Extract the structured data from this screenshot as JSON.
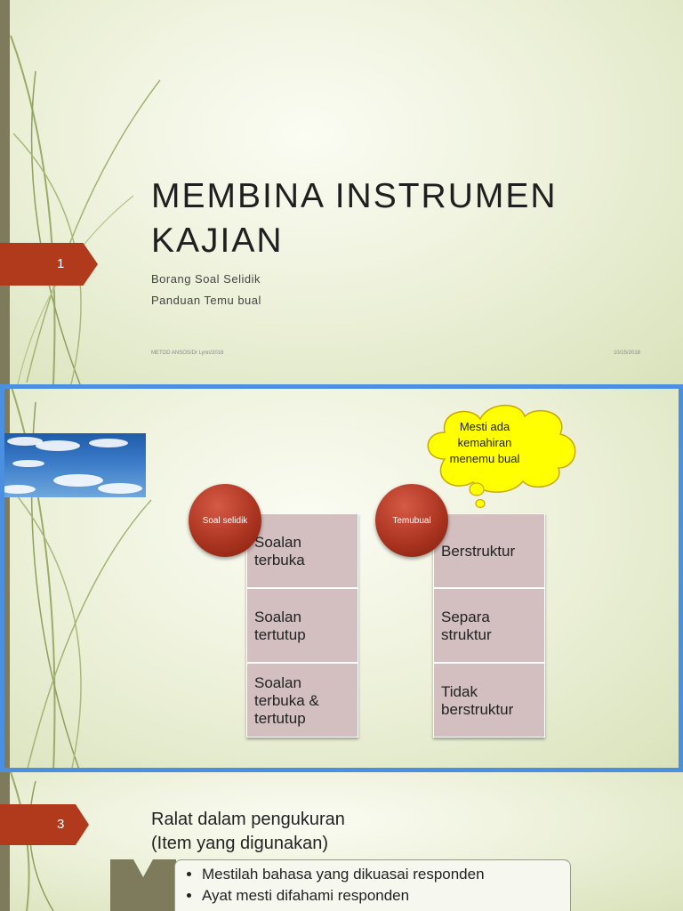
{
  "slide1": {
    "number": "1",
    "title": "MEMBINA INSTRUMEN KAJIAN",
    "subtitle_lines": [
      "Borang Soal Selidik",
      "Panduan Temu bual"
    ],
    "footer_left": "METOD ANSOS/Dr Lynn/2018",
    "footer_right": "10/15/2018"
  },
  "slide2": {
    "callout": "Mesti ada kemahiran menemu bual",
    "groups": [
      {
        "label": "Soal selidik",
        "items": [
          [
            "Soalan",
            "terbuka"
          ],
          [
            "Soalan",
            "tertutup"
          ],
          [
            "Soalan",
            "terbuka &",
            "tertutup"
          ]
        ]
      },
      {
        "label": "Temubual",
        "items": [
          [
            "Berstruktur"
          ],
          [
            "Separa",
            "struktur"
          ],
          [
            "Tidak",
            "berstruktur"
          ]
        ]
      }
    ]
  },
  "slide3": {
    "number": "3",
    "title_lines": [
      "Ralat dalam pengukuran",
      "(Item yang digunakan)"
    ],
    "bullets": [
      "Mestilah bahasa yang dikuasai responden",
      "Ayat mesti difahami responden"
    ]
  },
  "colors": {
    "accent": "#b23a1c",
    "frame": "#4a8fe0",
    "sidebar": "#7e7a5c",
    "callout": "#ffff00"
  }
}
